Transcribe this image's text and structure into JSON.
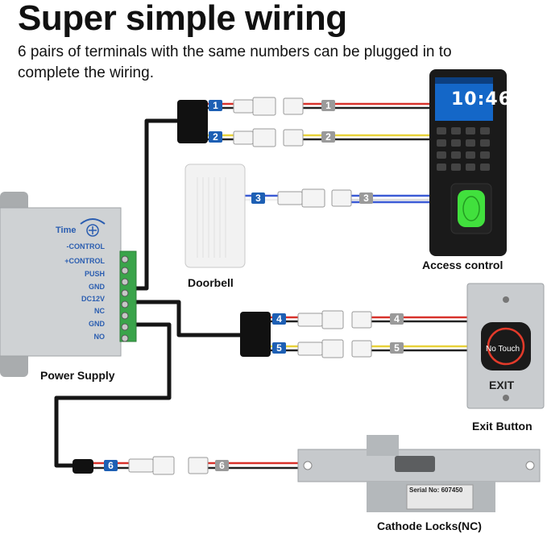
{
  "heading": "Super simple wiring",
  "subheading": "6 pairs of terminals with the same numbers can be plugged in to complete the wiring.",
  "labels": {
    "access_control": "Access control",
    "doorbell": "Doorbell",
    "power_supply": "Power Supply",
    "exit_button": "Exit Button",
    "cathode_locks": "Cathode Locks(NC)"
  },
  "power_supply": {
    "time_label": "Time",
    "terminals": [
      "-CONTROL",
      "+CONTROL",
      "PUSH",
      "GND",
      "DC12V",
      "NC",
      "GND",
      "NO"
    ]
  },
  "access_control_screen": {
    "clock": "10:46"
  },
  "exit_button_text": {
    "face": "No Touch",
    "sign": "EXIT"
  },
  "lock_plate": {
    "serial": "Serial No: 607450"
  },
  "connectors": [
    "1",
    "2",
    "3",
    "4",
    "5",
    "6"
  ],
  "colors": {
    "tag_blue": "#1d5fb4",
    "tag_gray": "#9a9a9a",
    "wire_red": "#d8322b",
    "wire_yellow": "#e8d23a",
    "wire_blue": "#3b5bd6",
    "terminal_green": "#3aa44a"
  }
}
